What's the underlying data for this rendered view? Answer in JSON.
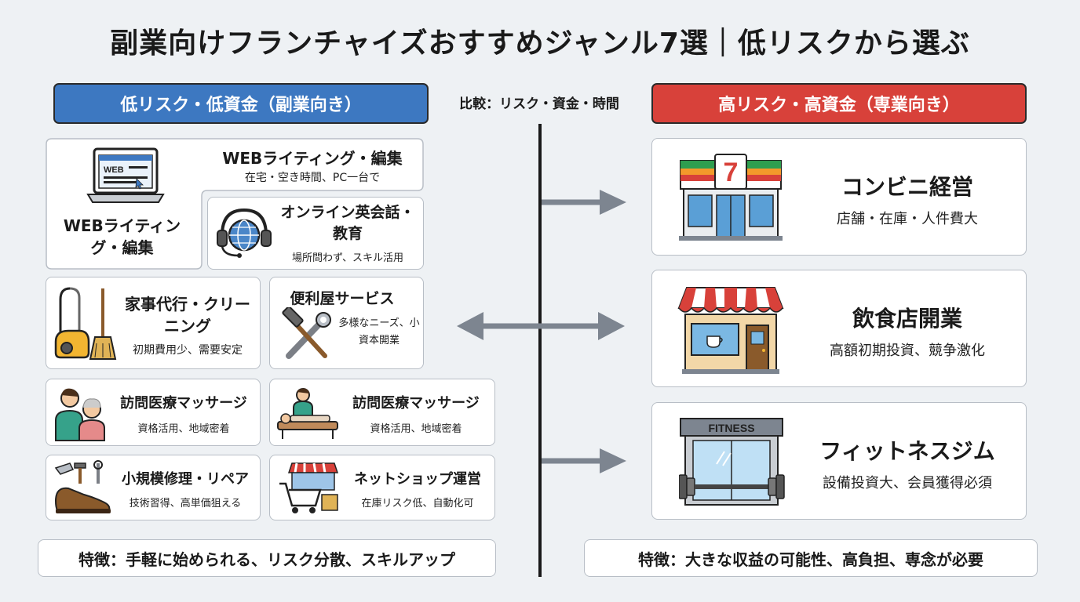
{
  "title": "副業向けフランチャイズおすすめジャンル7選｜低リスクから選ぶ",
  "left_header": "低リスク・低資金（副業向き）",
  "right_header": "高リスク・高資金（専業向き）",
  "compare_label": "比較：リスク・資金・時間",
  "left_cards": {
    "web_top_title": "WEBライティング・編集",
    "web_top_sub": "在宅・空き時間、PC一台で",
    "web_screen_label": "WEB",
    "web_bottom_title": "WEBライティング・編集",
    "english_title": "オンライン英会話・教育",
    "english_sub": "場所問わず、スキル活用",
    "housework_title": "家事代行・クリーニング",
    "housework_sub": "初期費用少、需要安定",
    "benriya_title": "便利屋サービス",
    "benriya_sub": "多様なニーズ、小資本開業",
    "massage1_title": "訪問医療マッサージ",
    "massage1_sub": "資格活用、地域密着",
    "massage2_title": "訪問医療マッサージ",
    "massage2_sub": "資格活用、地域密着",
    "repair_title": "小規模修理・リペア",
    "repair_sub": "技術習得、高単価狙える",
    "netshop_title": "ネットショップ運営",
    "netshop_sub": "在庫リスク低、自動化可"
  },
  "right_cards": {
    "conbini_title": "コンビニ経営",
    "conbini_sub": "店舗・在庫・人件費大",
    "conbini_logo": "7",
    "restaurant_title": "飲食店開業",
    "restaurant_sub": "高額初期投資、競争激化",
    "gym_title": "フィットネスジム",
    "gym_sub": "設備投資大、会員獲得必須",
    "gym_sign": "FITNESS"
  },
  "left_footer": "特徴：手軽に始められる、リスク分散、スキルアップ",
  "right_footer": "特徴：大きな収益の可能性、高負担、専念が必要",
  "colors": {
    "left_accent": "#3d78c1",
    "right_accent": "#d8413a",
    "arrow": "#7d8590",
    "background": "#eef1f4"
  }
}
